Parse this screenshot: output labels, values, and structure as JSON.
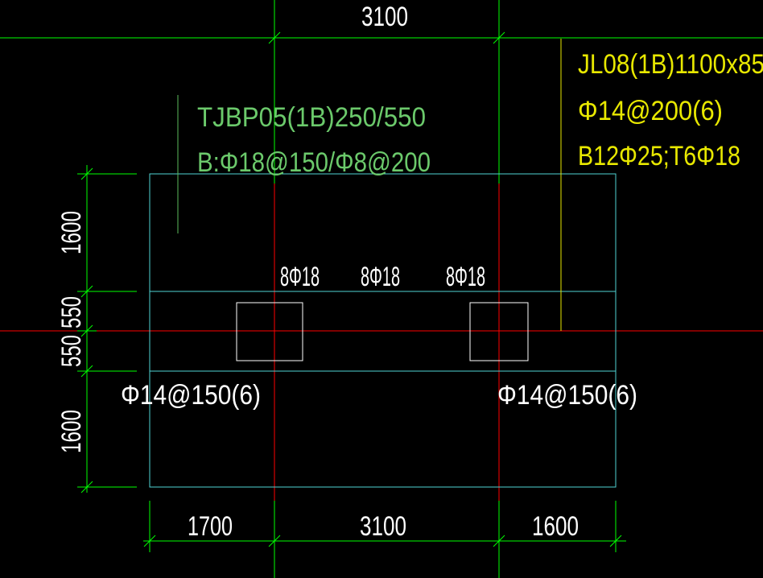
{
  "colors": {
    "background": "#000000",
    "grid_green": "#00ff00",
    "grid_red": "#ff0000",
    "outline_cyan": "#4fd3d3",
    "column_white": "#ffffff",
    "text_white": "#ffffff",
    "text_green": "#6bc96b",
    "text_yellow": "#e8e800",
    "leader_green": "#5dbb5d",
    "leader_yellow": "#e8e800"
  },
  "dimensions": {
    "top": "3100",
    "left_top": "1600",
    "left_mid1": "550",
    "left_mid2": "550",
    "left_bottom": "1600",
    "bottom_left": "1700",
    "bottom_mid": "3100",
    "bottom_right": "1600"
  },
  "slab_annotation": {
    "line1": "TJBP05(1B)250/550",
    "line2": "B:Φ18@150/Φ8@200"
  },
  "beam_annotation": {
    "line1": "JL08(1B)1100x85",
    "line2": "Φ14@200(6)",
    "line3": "B12Φ25;T6Φ18"
  },
  "rebar_labels": [
    "8Φ18",
    "8Φ18",
    "8Φ18"
  ],
  "stirrup_labels": {
    "left": "Φ14@150(6)",
    "right": "Φ14@150(6)"
  }
}
